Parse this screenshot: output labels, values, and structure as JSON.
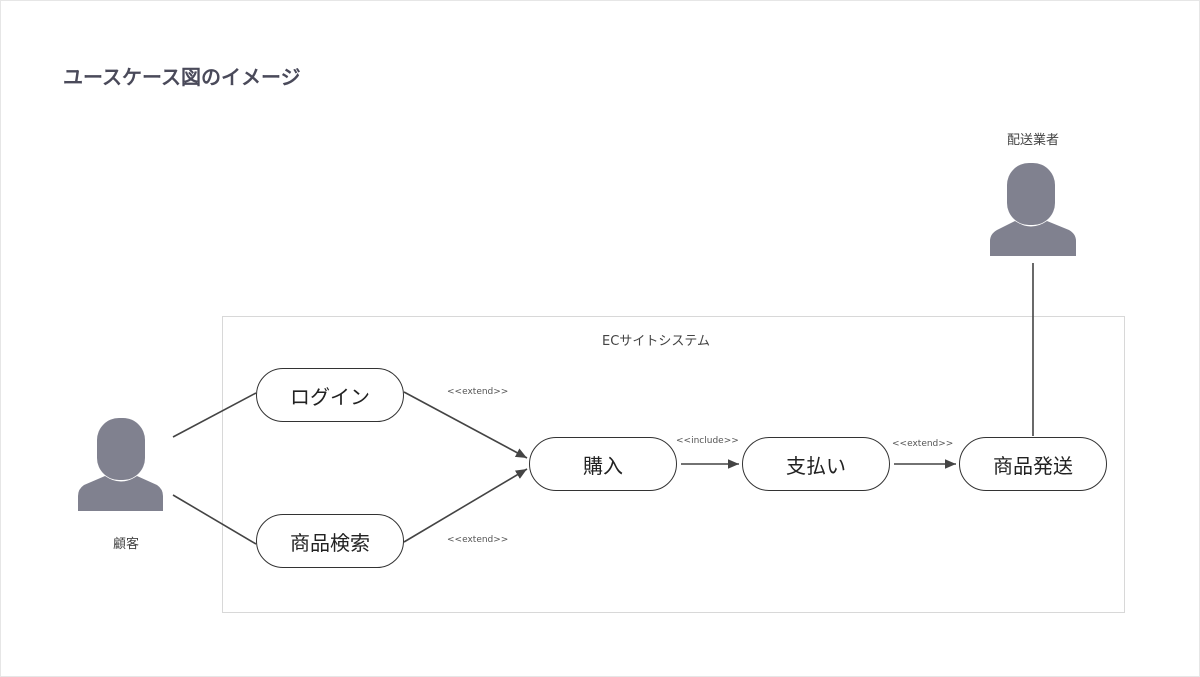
{
  "title": "ユースケース図のイメージ",
  "system": {
    "title": "ECサイトシステム"
  },
  "actors": {
    "customer": "顧客",
    "shipper": "配送業者"
  },
  "use_cases": {
    "login": "ログイン",
    "search": "商品検索",
    "purchase": "購入",
    "payment": "支払い",
    "shipping": "商品発送"
  },
  "relations": {
    "login_extend": "<<extend>>",
    "search_extend": "<<extend>>",
    "include": "<<include>>",
    "ship_extend": "<<extend>>"
  },
  "colors": {
    "actor": "#80818f",
    "line": "#444444"
  }
}
